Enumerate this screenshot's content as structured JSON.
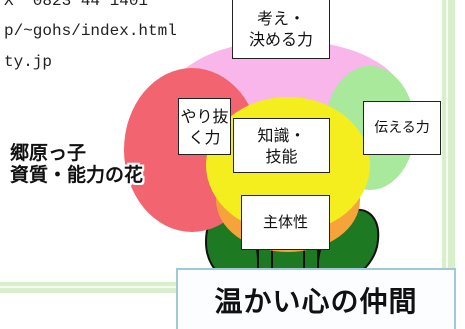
{
  "contact": {
    "fax_line": "X  0823 44 1401",
    "url_line": "p/~gohs/index.html",
    "domain_line": "ty.jp"
  },
  "flower": {
    "think_decide": [
      "考え・",
      "決める力"
    ],
    "perseverance": [
      "やり抜",
      "く力"
    ],
    "knowledge_skill": [
      "知識・",
      "技能"
    ],
    "communicate": "伝える力",
    "autonomy": "主体性"
  },
  "caption": [
    "郷原っ子",
    "資質・能力の花"
  ],
  "banner": "温かい心の仲間",
  "colors": {
    "top_petal": "#f8b6ea",
    "left_petal": "#f2646f",
    "right_petal": "#a8e99b",
    "bottom_petal": "#f6a43a",
    "center": "#f4ee1f",
    "leaves": "#1e7a22",
    "frame": "#d9eecb"
  }
}
